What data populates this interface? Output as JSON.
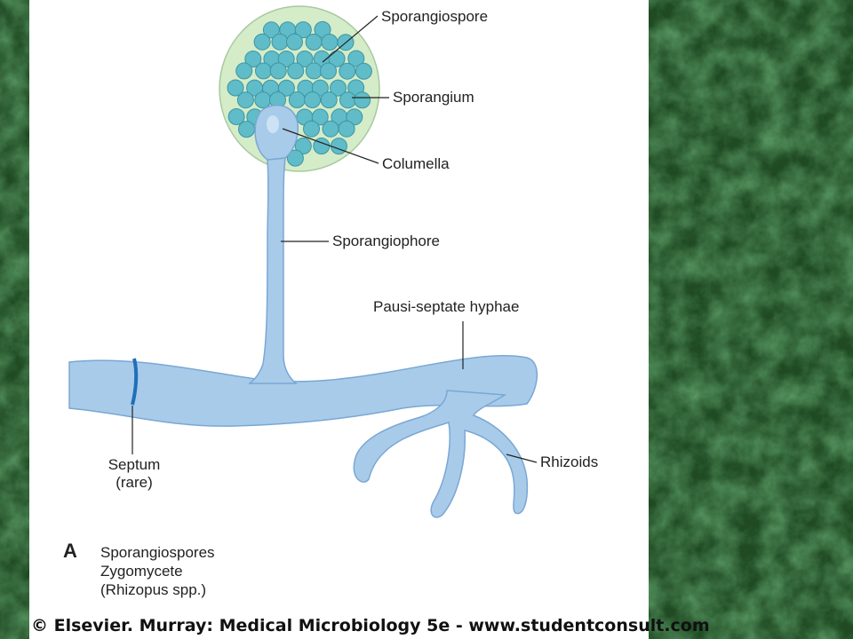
{
  "labels": {
    "sporangiospore": "Sporangiospore",
    "sporangium": "Sporangium",
    "columella": "Columella",
    "sporangiophore": "Sporangiophore",
    "pausi_septate_hyphae": "Pausi-septate hyphae",
    "rhizoids": "Rhizoids",
    "septum": "Septum",
    "septum_note": "(rare)"
  },
  "caption": {
    "letter": "A",
    "lines": [
      "Sporangiospores",
      "Zygomycete",
      "(Rhizopus spp.)"
    ]
  },
  "footer": "© Elsevier. Murray: Medical Microbiology 5e - www.studentconsult.com",
  "colors": {
    "background_green": "#2a5a2c",
    "sporangium_fill": "#d4ecc8",
    "spore_fill": "#5fbcc8",
    "hyphae_fill": "#a8cbea",
    "septum": "#1f6fb8"
  },
  "icons": {
    "texture": "green-marble-texture"
  }
}
